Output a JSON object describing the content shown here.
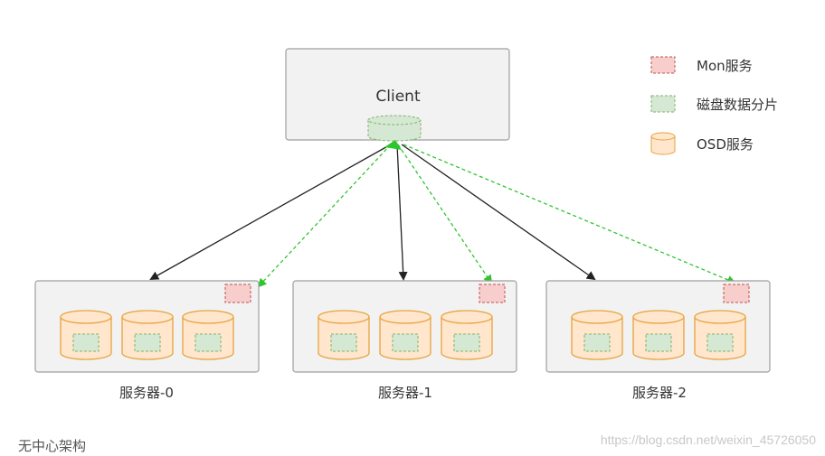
{
  "client": {
    "label": "Client"
  },
  "legend": {
    "mon": "Mon服务",
    "shard": "磁盘数据分片",
    "osd": "OSD服务"
  },
  "servers": [
    {
      "label": "服务器-0"
    },
    {
      "label": "服务器-1"
    },
    {
      "label": "服务器-2"
    }
  ],
  "caption": "无中心架构",
  "watermark": "https://blog.csdn.net/weixin_45726050",
  "colors": {
    "mon_fill": "#f8cecc",
    "mon_stroke": "#b85450",
    "shard_fill": "#d5e8d4",
    "shard_stroke": "#82b366",
    "osd_fill": "#ffe6cc",
    "osd_stroke": "#e6a33e",
    "data_link": "#2fc52f",
    "control_link": "#333333"
  }
}
